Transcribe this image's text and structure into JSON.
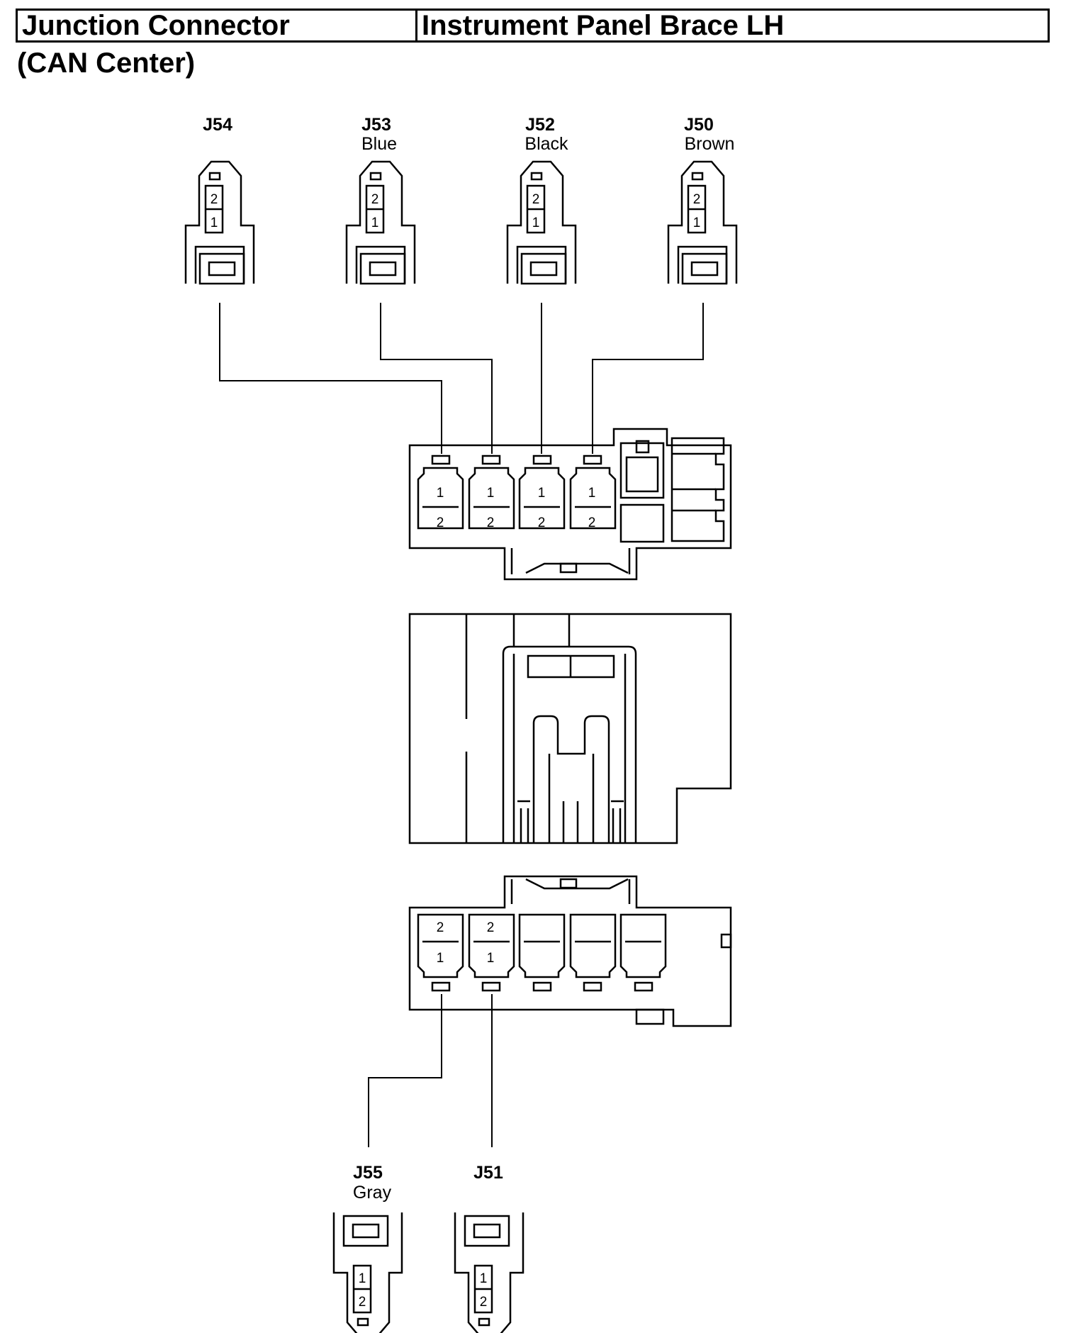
{
  "header": {
    "left": "Junction Connector",
    "right": "Instrument Panel Brace LH"
  },
  "subtitle": "(CAN Center)",
  "top_connectors": [
    {
      "id": "J54",
      "color": ""
    },
    {
      "id": "J53",
      "color": "Blue"
    },
    {
      "id": "J52",
      "color": "Black"
    },
    {
      "id": "J50",
      "color": "Brown"
    }
  ],
  "bottom_connectors": [
    {
      "id": "J55",
      "color": "Gray"
    },
    {
      "id": "J51",
      "color": ""
    }
  ],
  "pins": {
    "one": "1",
    "two": "2"
  }
}
